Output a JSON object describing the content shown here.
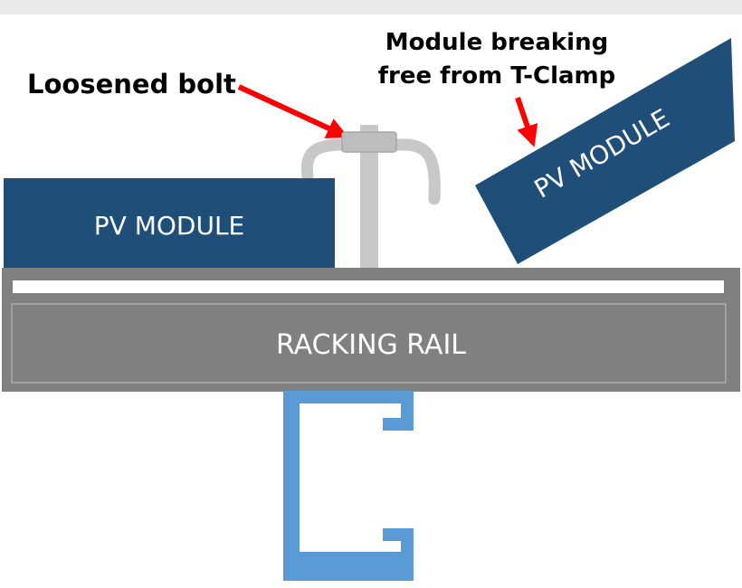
{
  "labels": {
    "loosened_bolt": "Loosened bolt",
    "breaking_free_line1": "Module breaking",
    "breaking_free_line2": "free from T-Clamp",
    "module_left": "PV MODULE",
    "module_right": "PV MODULE",
    "rail": "RACKING RAIL"
  },
  "colors": {
    "background": "#ebebeb",
    "canvas": "#ffffff",
    "module": "#1f4e79",
    "rail": "#808080",
    "rail_inner_outline": "#bfbfbf",
    "clamp": "#c8c8c8",
    "channel": "#5b9bd5",
    "arrow": "#ff0000"
  },
  "icons": {
    "callout_arrow": "red-arrow",
    "bolt": "bolt-icon",
    "t_clamp": "t-clamp-icon",
    "c_channel": "c-channel-icon"
  }
}
